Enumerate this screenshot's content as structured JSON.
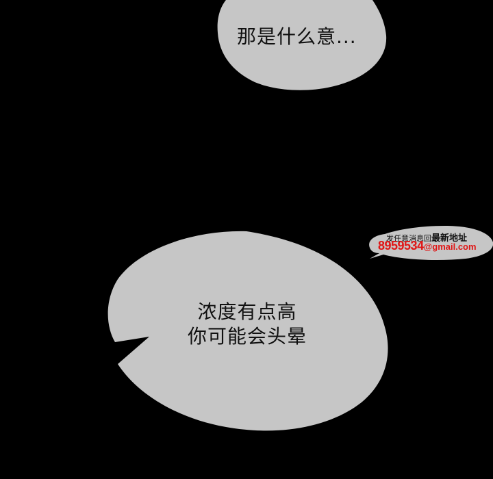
{
  "panel": {
    "bubble_top_text": "那是什么意...",
    "bubble_bottom_line1": "浓度有点高",
    "bubble_bottom_line2": "你可能会头晕"
  },
  "watermark": {
    "line1_small": "发任意消息回",
    "line1_bold": "最新地址",
    "number": "8959534",
    "email": "@gmail.com"
  },
  "colors": {
    "background": "#000000",
    "bubble": "#c6c6c6",
    "text": "#111111",
    "watermark_accent": "#e01515"
  }
}
